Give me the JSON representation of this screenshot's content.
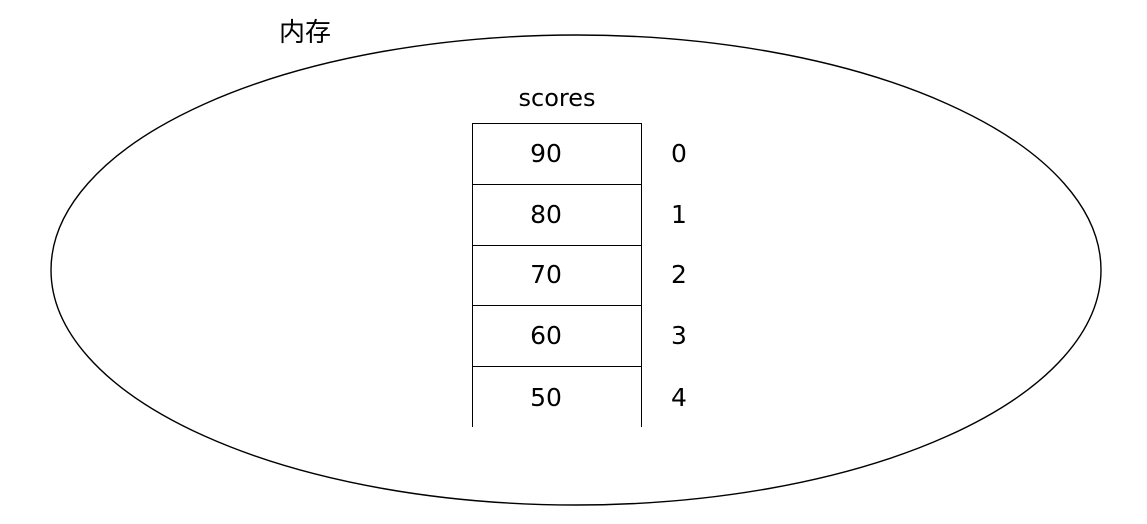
{
  "diagram": {
    "title": "内存",
    "container": {
      "shape": "ellipse",
      "label": "内存",
      "stroke_color": "#000000",
      "fill_color": "#ffffff"
    },
    "array": {
      "name": "scores",
      "length": 5,
      "cells": [
        {
          "value": "90",
          "index": "0"
        },
        {
          "value": "80",
          "index": "1"
        },
        {
          "value": "70",
          "index": "2"
        },
        {
          "value": "60",
          "index": "3"
        },
        {
          "value": "50",
          "index": "4"
        }
      ],
      "border_color": "#000000",
      "background_color": "#ffffff"
    }
  }
}
